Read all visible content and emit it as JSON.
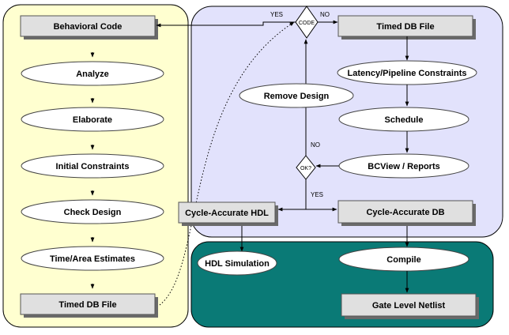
{
  "colors": {
    "left_panel": "#ffffd0",
    "right_panel": "#e2e2fc",
    "bottom_panel": "#0a7a76",
    "box": "#e0e0e0",
    "shadow": "#6a6a6a"
  },
  "left": {
    "behavioral_code": "Behavioral Code",
    "analyze": "Analyze",
    "elaborate": "Elaborate",
    "initial_constraints": "Initial Constraints",
    "check_design": "Check Design",
    "time_area_estimates": "Time/Area Estimates",
    "timed_db_file": "Timed DB File"
  },
  "right": {
    "timed_db_file": "Timed DB File",
    "latency_constraints": "Latency/Pipeline Constraints",
    "remove_design": "Remove Design",
    "schedule": "Schedule",
    "bcview_reports": "BCView / Reports",
    "cycle_accurate_hdl": "Cycle-Accurate HDL",
    "cycle_accurate_db": "Cycle-Accurate DB"
  },
  "bottom": {
    "hdl_simulation": "HDL Simulation",
    "compile": "Compile",
    "gate_level_netlist": "Gate Level Netlist"
  },
  "decisions": {
    "top_label": "CODE",
    "top_yes": "YES",
    "top_no": "NO",
    "ok_label": "OK?",
    "ok_no": "NO",
    "ok_yes": "YES"
  }
}
